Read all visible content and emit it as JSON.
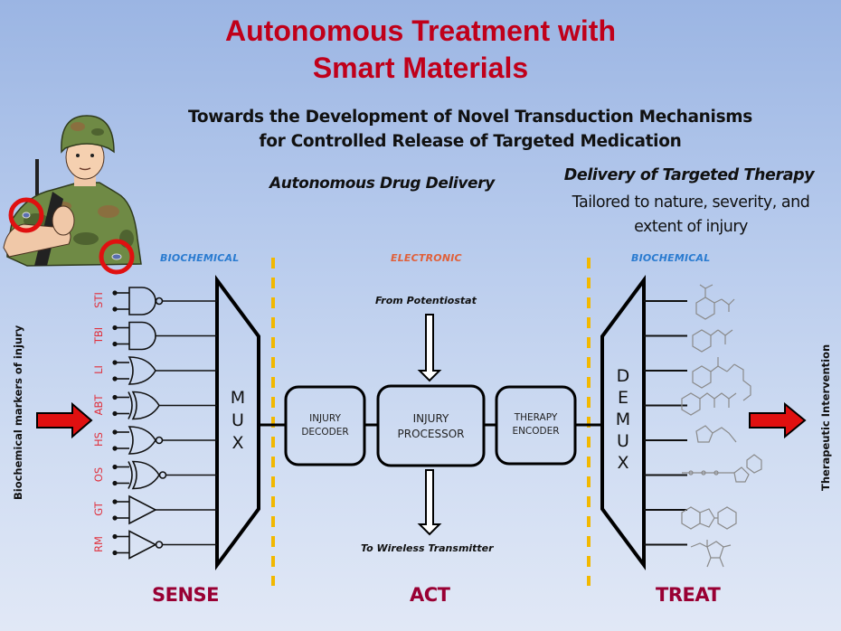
{
  "title": {
    "line1": "Autonomous Treatment with",
    "line2": "Smart Materials"
  },
  "subtitle": {
    "line1": "Towards the Development of Novel Transduction Mechanisms",
    "line2": "for Controlled Release of Targeted Medication"
  },
  "headings": {
    "autonomous_drug_delivery": "Autonomous Drug Delivery",
    "delivery_title": "Delivery of Targeted Therapy",
    "delivery_sub_line1": "Tailored to nature, severity, and",
    "delivery_sub_line2": "extent of injury"
  },
  "sections": {
    "left_tag": "BIOCHEMICAL",
    "middle_tag": "ELECTRONIC",
    "right_tag": "BIOCHEMICAL",
    "left_phase": "SENSE",
    "middle_phase": "ACT",
    "right_phase": "TREAT"
  },
  "colors": {
    "title": "#c0001a",
    "phase": "#990033",
    "biochemical_tag": "#2a7bd0",
    "electronic_tag": "#e0603a",
    "signal_label": "#e0303c",
    "divider": "#f2b800",
    "arrow": "#e01010",
    "marker_circle": "#e01010"
  },
  "input_side": {
    "label": "Biochemical markers of injury",
    "signals": [
      {
        "label": "STI",
        "gate": "NAND"
      },
      {
        "label": "TBI",
        "gate": "AND"
      },
      {
        "label": "LI",
        "gate": "OR"
      },
      {
        "label": "ABT",
        "gate": "XOR"
      },
      {
        "label": "HS",
        "gate": "NOR"
      },
      {
        "label": "OS",
        "gate": "XNOR"
      },
      {
        "label": "GT",
        "gate": "BUFFER"
      },
      {
        "label": "RM",
        "gate": "NOT"
      }
    ],
    "mux_letters": [
      "M",
      "U",
      "X"
    ]
  },
  "processing": {
    "from_label": "From Potentiostat",
    "to_label": "To Wireless Transmitter",
    "blocks": [
      {
        "line1": "INJURY",
        "line2": "DECODER"
      },
      {
        "line1": "INJURY",
        "line2": "PROCESSOR"
      },
      {
        "line1": "THERAPY",
        "line2": "ENCODER"
      }
    ]
  },
  "output_side": {
    "demux_letters": [
      "D",
      "E",
      "M",
      "U",
      "X"
    ],
    "label": "Therapeutic Intervention",
    "molecules": [
      "aspirin-molecule",
      "acetaminophen-molecule",
      "norepinephrine-molecule",
      "lisdexamfetamine-molecule",
      "histamine-molecule",
      "atp-molecule",
      "phenindione-molecule",
      "ascorbic-acid-molecule"
    ]
  },
  "illustration": {
    "subject": "soldier-illustration",
    "sensor_markers": 2
  }
}
